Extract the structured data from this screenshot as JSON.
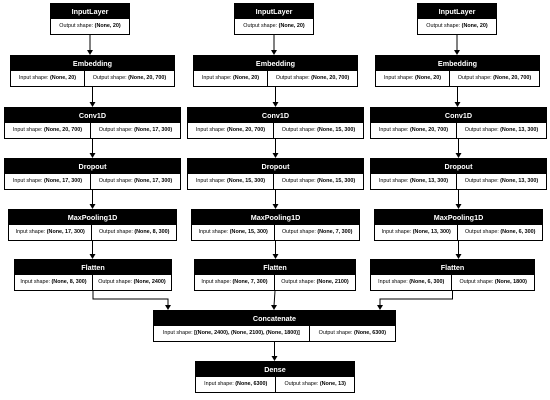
{
  "nodes": [
    {
      "id": "in1",
      "title": "InputLayer",
      "cells": [
        {
          "label": "Output shape:",
          "value": "(None, 20)"
        }
      ]
    },
    {
      "id": "in2",
      "title": "InputLayer",
      "cells": [
        {
          "label": "Output shape:",
          "value": "(None, 20)"
        }
      ]
    },
    {
      "id": "in3",
      "title": "InputLayer",
      "cells": [
        {
          "label": "Output shape:",
          "value": "(None, 20)"
        }
      ]
    },
    {
      "id": "emb1",
      "title": "Embedding",
      "cells": [
        {
          "label": "Input shape:",
          "value": "(None, 20)"
        },
        {
          "label": "Output shape:",
          "value": "(None, 20, 700)"
        }
      ]
    },
    {
      "id": "emb2",
      "title": "Embedding",
      "cells": [
        {
          "label": "Input shape:",
          "value": "(None, 20)"
        },
        {
          "label": "Output shape:",
          "value": "(None, 20, 700)"
        }
      ]
    },
    {
      "id": "emb3",
      "title": "Embedding",
      "cells": [
        {
          "label": "Input shape:",
          "value": "(None, 20)"
        },
        {
          "label": "Output shape:",
          "value": "(None, 20, 700)"
        }
      ]
    },
    {
      "id": "conv1",
      "title": "Conv1D",
      "cells": [
        {
          "label": "Input shape:",
          "value": "(None, 20, 700)"
        },
        {
          "label": "Output shape:",
          "value": "(None, 17, 300)"
        }
      ]
    },
    {
      "id": "conv2",
      "title": "Conv1D",
      "cells": [
        {
          "label": "Input shape:",
          "value": "(None, 20, 700)"
        },
        {
          "label": "Output shape:",
          "value": "(None, 15, 300)"
        }
      ]
    },
    {
      "id": "conv3",
      "title": "Conv1D",
      "cells": [
        {
          "label": "Input shape:",
          "value": "(None, 20, 700)"
        },
        {
          "label": "Output shape:",
          "value": "(None, 13, 300)"
        }
      ]
    },
    {
      "id": "drop1",
      "title": "Dropout",
      "cells": [
        {
          "label": "Input shape:",
          "value": "(None, 17, 300)"
        },
        {
          "label": "Output shape:",
          "value": "(None, 17, 300)"
        }
      ]
    },
    {
      "id": "drop2",
      "title": "Dropout",
      "cells": [
        {
          "label": "Input shape:",
          "value": "(None, 15, 300)"
        },
        {
          "label": "Output shape:",
          "value": "(None, 15, 300)"
        }
      ]
    },
    {
      "id": "drop3",
      "title": "Dropout",
      "cells": [
        {
          "label": "Input shape:",
          "value": "(None, 13, 300)"
        },
        {
          "label": "Output shape:",
          "value": "(None, 13, 300)"
        }
      ]
    },
    {
      "id": "pool1",
      "title": "MaxPooling1D",
      "cells": [
        {
          "label": "Input shape:",
          "value": "(None, 17, 300)"
        },
        {
          "label": "Output shape:",
          "value": "(None, 8, 300)"
        }
      ]
    },
    {
      "id": "pool2",
      "title": "MaxPooling1D",
      "cells": [
        {
          "label": "Input shape:",
          "value": "(None, 15, 300)"
        },
        {
          "label": "Output shape:",
          "value": "(None, 7, 300)"
        }
      ]
    },
    {
      "id": "pool3",
      "title": "MaxPooling1D",
      "cells": [
        {
          "label": "Input shape:",
          "value": "(None, 13, 300)"
        },
        {
          "label": "Output shape:",
          "value": "(None, 6, 300)"
        }
      ]
    },
    {
      "id": "flat1",
      "title": "Flatten",
      "cells": [
        {
          "label": "Input shape:",
          "value": "(None, 8, 300)"
        },
        {
          "label": "Output shape:",
          "value": "(None, 2400)"
        }
      ]
    },
    {
      "id": "flat2",
      "title": "Flatten",
      "cells": [
        {
          "label": "Input shape:",
          "value": "(None, 7, 300)"
        },
        {
          "label": "Output shape:",
          "value": "(None, 2100)"
        }
      ]
    },
    {
      "id": "flat3",
      "title": "Flatten",
      "cells": [
        {
          "label": "Input shape:",
          "value": "(None, 6, 300)"
        },
        {
          "label": "Output shape:",
          "value": "(None, 1800)"
        }
      ]
    },
    {
      "id": "concat",
      "title": "Concatenate",
      "cells": [
        {
          "label": "Input shape:",
          "value": "[(None, 2400), (None, 2100), (None, 1800)]"
        },
        {
          "label": "Output shape:",
          "value": "(None, 6300)"
        }
      ]
    },
    {
      "id": "dense",
      "title": "Dense",
      "cells": [
        {
          "label": "Input shape:",
          "value": "(None, 6300)"
        },
        {
          "label": "Output shape:",
          "value": "(None, 13)"
        }
      ]
    }
  ],
  "edges": [
    [
      "in1",
      "emb1"
    ],
    [
      "in2",
      "emb2"
    ],
    [
      "in3",
      "emb3"
    ],
    [
      "emb1",
      "conv1"
    ],
    [
      "emb2",
      "conv2"
    ],
    [
      "emb3",
      "conv3"
    ],
    [
      "conv1",
      "drop1"
    ],
    [
      "conv2",
      "drop2"
    ],
    [
      "conv3",
      "drop3"
    ],
    [
      "drop1",
      "pool1"
    ],
    [
      "drop2",
      "pool2"
    ],
    [
      "drop3",
      "pool3"
    ],
    [
      "pool1",
      "flat1"
    ],
    [
      "pool2",
      "flat2"
    ],
    [
      "pool3",
      "flat3"
    ],
    [
      "flat1",
      "concat"
    ],
    [
      "flat2",
      "concat"
    ],
    [
      "flat3",
      "concat"
    ],
    [
      "concat",
      "dense"
    ]
  ]
}
